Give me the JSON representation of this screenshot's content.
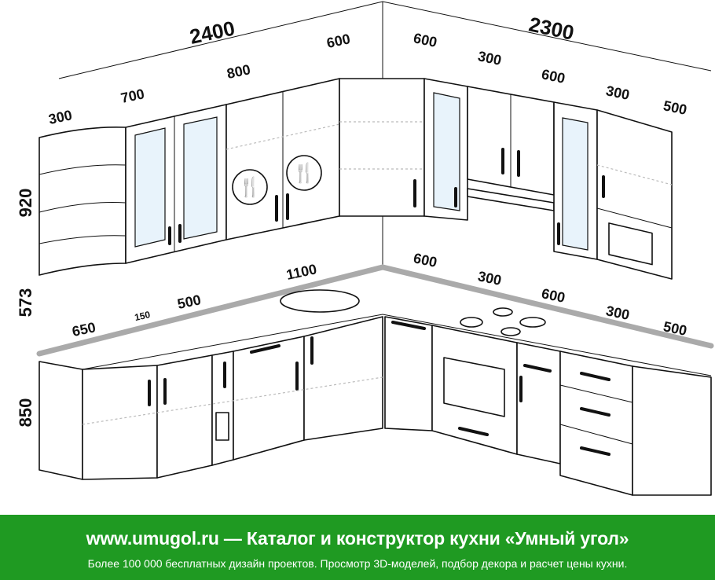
{
  "dimensions": {
    "upper_total_left": "2400",
    "upper_total_right": "2300",
    "upper_left": [
      "300",
      "700",
      "800",
      "600"
    ],
    "upper_right": [
      "600",
      "300",
      "600",
      "300",
      "500"
    ],
    "heights": [
      "920",
      "573",
      "850"
    ],
    "counter_length": "1100",
    "base_left": [
      "650",
      "150",
      "500"
    ],
    "base_right": [
      "600",
      "300",
      "600",
      "300",
      "500"
    ]
  },
  "footer": {
    "headline": "www.umugol.ru — Каталог и конструктор кухни «Умный угол»",
    "subline": "Более 100 000 бесплатных дизайн проектов. Просмотр 3D-моделей, подбор декора и расчет цены кухни."
  },
  "colors": {
    "footer_bg": "#1f9a22",
    "counter": "#aaaaaa"
  }
}
